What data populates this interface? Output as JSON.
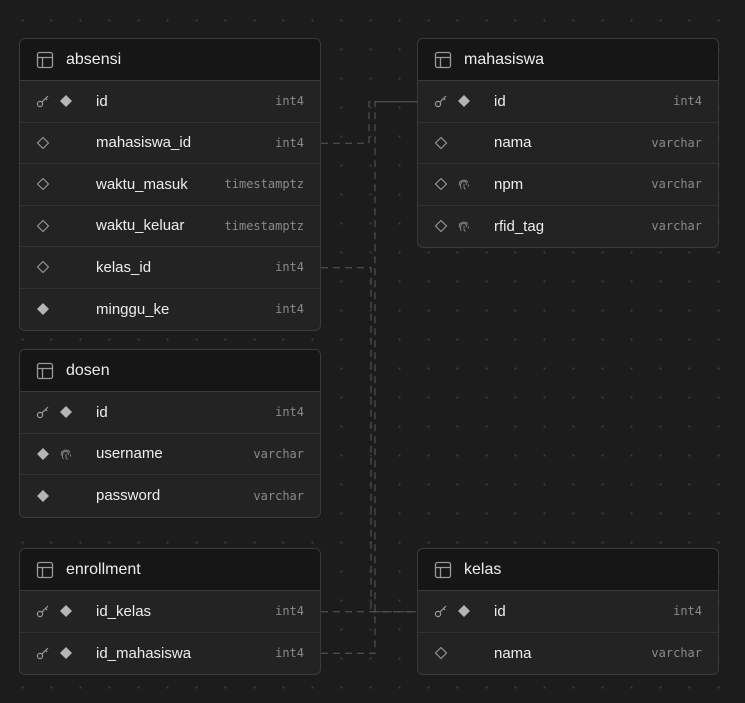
{
  "tables": [
    {
      "name": "absensi",
      "columns": [
        {
          "name": "id",
          "type": "int4",
          "icons": [
            "key",
            "diamond-filled"
          ]
        },
        {
          "name": "mahasiswa_id",
          "type": "int4",
          "icons": [
            "diamond-outline"
          ]
        },
        {
          "name": "waktu_masuk",
          "type": "timestamptz",
          "icons": [
            "diamond-outline"
          ]
        },
        {
          "name": "waktu_keluar",
          "type": "timestamptz",
          "icons": [
            "diamond-outline"
          ]
        },
        {
          "name": "kelas_id",
          "type": "int4",
          "icons": [
            "diamond-outline"
          ]
        },
        {
          "name": "minggu_ke",
          "type": "int4",
          "icons": [
            "diamond-filled"
          ]
        }
      ]
    },
    {
      "name": "mahasiswa",
      "columns": [
        {
          "name": "id",
          "type": "int4",
          "icons": [
            "key",
            "diamond-filled"
          ]
        },
        {
          "name": "nama",
          "type": "varchar",
          "icons": [
            "diamond-outline"
          ]
        },
        {
          "name": "npm",
          "type": "varchar",
          "icons": [
            "diamond-outline",
            "fingerprint"
          ]
        },
        {
          "name": "rfid_tag",
          "type": "varchar",
          "icons": [
            "diamond-outline",
            "fingerprint"
          ]
        }
      ]
    },
    {
      "name": "dosen",
      "columns": [
        {
          "name": "id",
          "type": "int4",
          "icons": [
            "key",
            "diamond-filled"
          ]
        },
        {
          "name": "username",
          "type": "varchar",
          "icons": [
            "diamond-filled",
            "fingerprint"
          ]
        },
        {
          "name": "password",
          "type": "varchar",
          "icons": [
            "diamond-filled"
          ]
        }
      ]
    },
    {
      "name": "enrollment",
      "columns": [
        {
          "name": "id_kelas",
          "type": "int4",
          "icons": [
            "key",
            "diamond-filled"
          ]
        },
        {
          "name": "id_mahasiswa",
          "type": "int4",
          "icons": [
            "key",
            "diamond-filled"
          ]
        }
      ]
    },
    {
      "name": "kelas",
      "columns": [
        {
          "name": "id",
          "type": "int4",
          "icons": [
            "key",
            "diamond-filled"
          ]
        },
        {
          "name": "nama",
          "type": "varchar",
          "icons": [
            "diamond-outline"
          ]
        }
      ]
    }
  ],
  "relations": [
    {
      "from": "absensi.mahasiswa_id",
      "to": "mahasiswa.id"
    },
    {
      "from": "absensi.kelas_id",
      "to": "kelas.id"
    },
    {
      "from": "enrollment.id_kelas",
      "to": "kelas.id"
    },
    {
      "from": "enrollment.id_mahasiswa",
      "to": "mahasiswa.id"
    }
  ],
  "colors": {
    "background": "#1c1c1c",
    "table_body": "#232323",
    "table_header": "#161616",
    "border": "#3a3a3a",
    "text": "#ededed",
    "type_text": "#8a8a8a",
    "icon": "#9a9a9a",
    "relation_line": "#5a5a5a"
  }
}
